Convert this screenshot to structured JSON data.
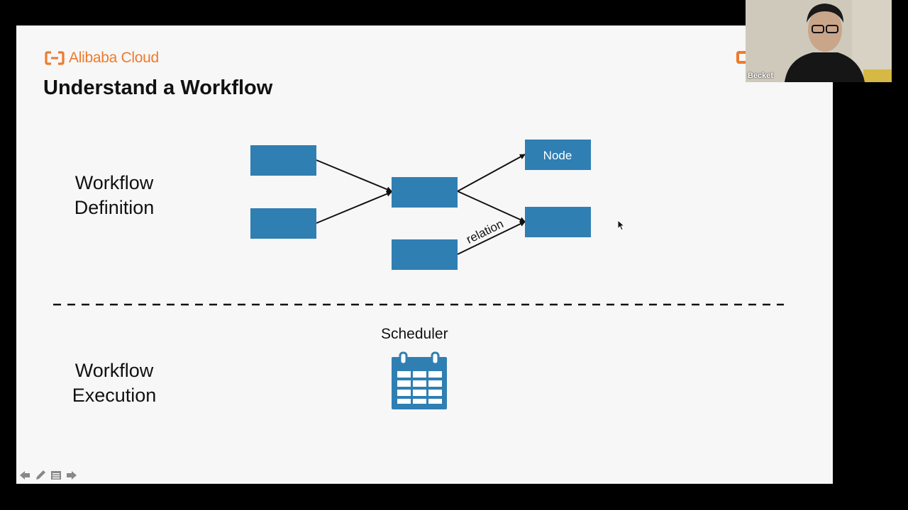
{
  "slide": {
    "brand_name": "Alibaba Cloud",
    "title": "Understand a Workflow",
    "definition_label_line1": "Workflow",
    "definition_label_line2": "Definition",
    "execution_label_line1": "Workflow",
    "execution_label_line2": "Execution",
    "node_label": "Node",
    "relation_label": "relation",
    "scheduler_label": "Scheduler"
  },
  "colors": {
    "brand_orange": "#ee7a2c",
    "node_blue": "#2f7fb3",
    "slide_bg": "#f7f7f7"
  },
  "webcam": {
    "participant_name": "Becket"
  },
  "nav_icons": [
    "arrow-left-icon",
    "pen-icon",
    "menu-icon",
    "arrow-right-icon"
  ]
}
